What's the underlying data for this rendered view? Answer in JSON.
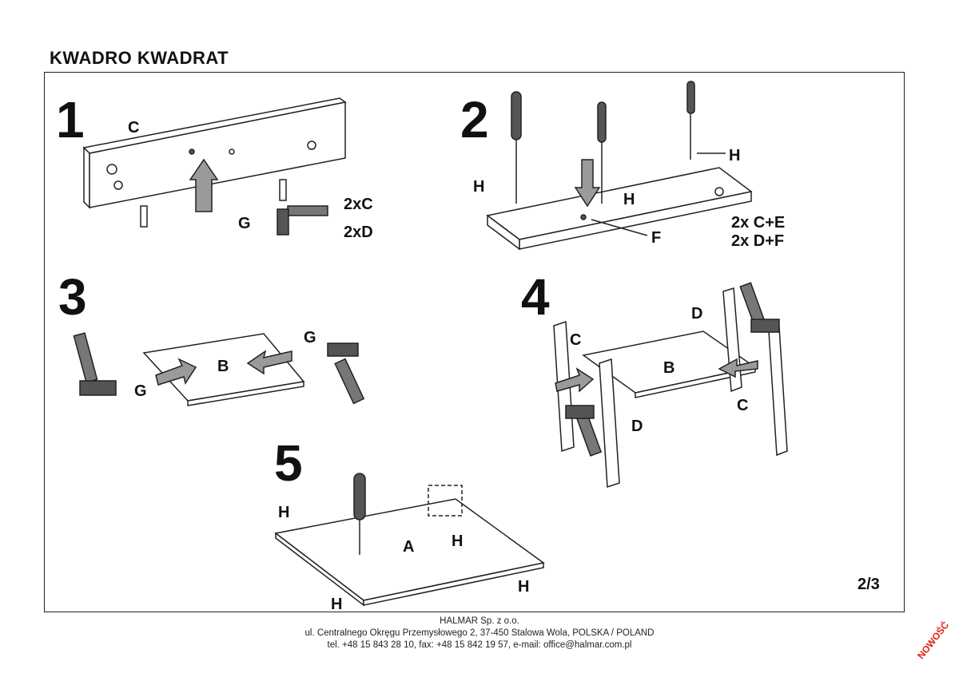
{
  "title": "KWADRO  KWADRAT",
  "steps": [
    {
      "number": "1",
      "labels": [
        "C",
        "G"
      ],
      "quantities": [
        "2xC",
        "2xD"
      ]
    },
    {
      "number": "2",
      "labels": [
        "H",
        "H",
        "H",
        "F"
      ],
      "quantities": [
        "2x C+E",
        "2x D+F"
      ]
    },
    {
      "number": "3",
      "labels": [
        "G",
        "B",
        "G"
      ]
    },
    {
      "number": "4",
      "labels": [
        "D",
        "C",
        "B",
        "C",
        "D"
      ]
    },
    {
      "number": "5",
      "labels": [
        "H",
        "A",
        "H",
        "H",
        "H"
      ]
    }
  ],
  "page_indicator": "2/3",
  "footer": {
    "company": "HALMAR Sp. z o.o.",
    "address": "ul. Centralnego Okręgu Przemysłowego 2, 37-450 Stalowa Wola, POLSKA / POLAND",
    "contact": "tel. +48 15 843 28 10, fax: +48 15 842 19 57, e-mail: office@halmar.com.pl"
  },
  "stamp": "NOWOŚĆ",
  "colors": {
    "line": "#222222",
    "arrow": "#9a9a9a",
    "stamp": "#e0231c"
  }
}
